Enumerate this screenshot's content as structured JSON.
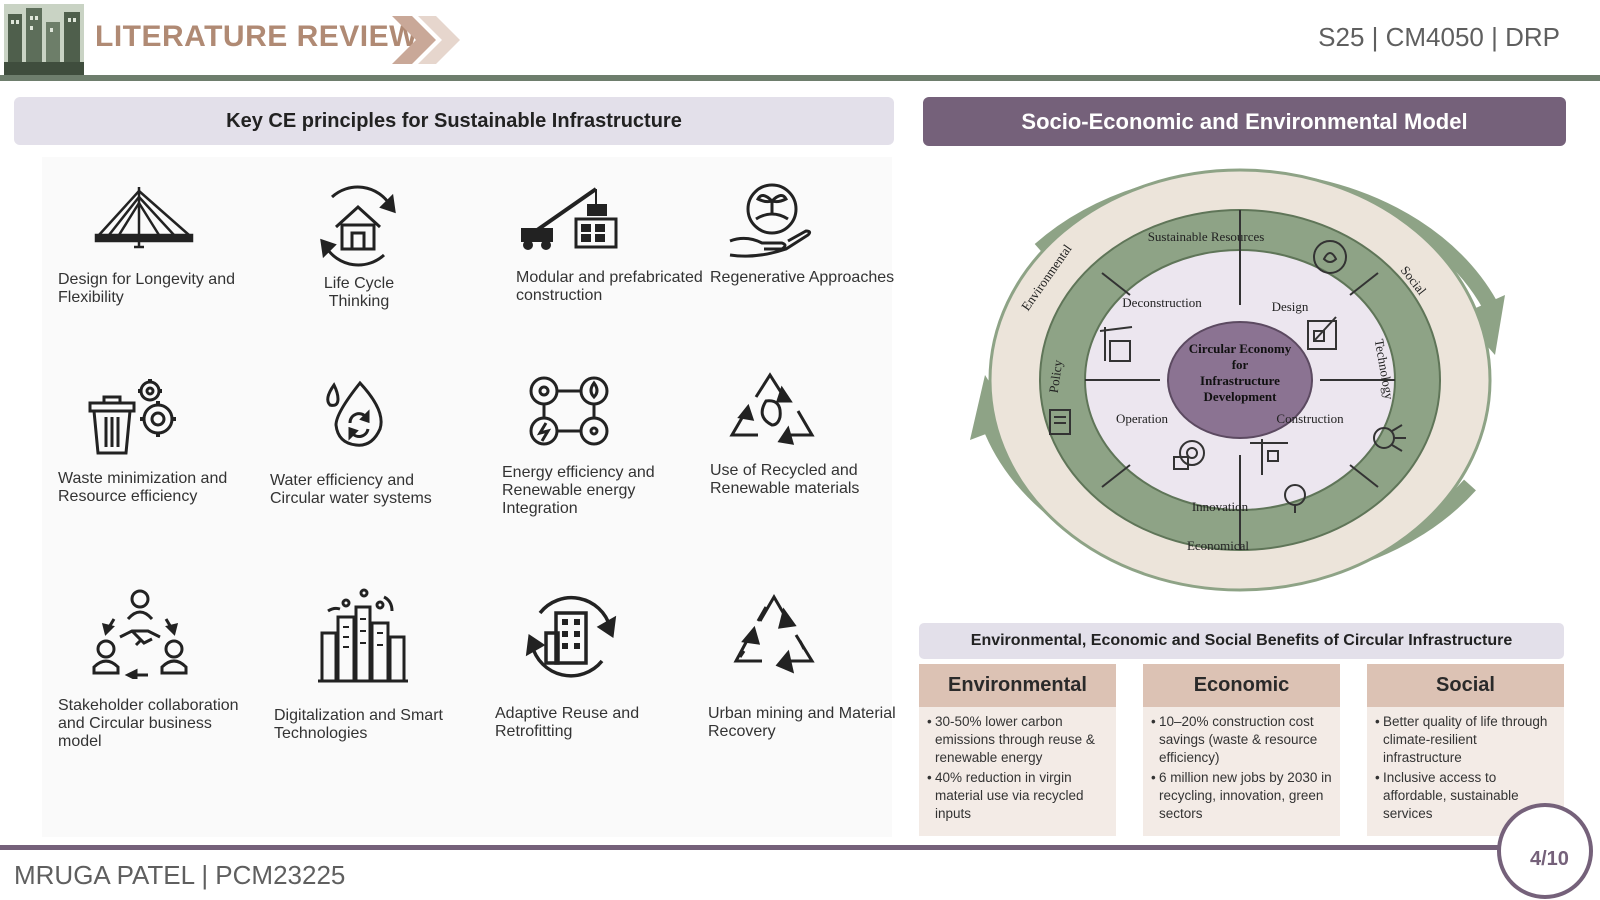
{
  "header": {
    "title": "LITERATURE REVIEW",
    "course": "S25 | CM4050 | DRP"
  },
  "left": {
    "banner": "Key CE principles for Sustainable Infrastructure",
    "principles": [
      {
        "label": "Design for\nLongevity and\nFlexibility",
        "icon": "cable-bridge-icon"
      },
      {
        "label": "Life Cycle\nThinking",
        "icon": "house-cycle-icon"
      },
      {
        "label": "Modular and\nprefabricated\nconstruction",
        "icon": "crane-module-icon"
      },
      {
        "label": "Regenerative\nApproaches",
        "icon": "hand-plant-globe-icon"
      },
      {
        "label": "Waste\nminimization and\nResource efficiency",
        "icon": "bin-gears-icon"
      },
      {
        "label": "Water efficiency\nand Circular water\nsystems",
        "icon": "water-drop-cycle-icon"
      },
      {
        "label": "Energy efficiency\nand Renewable\nenergy Integration",
        "icon": "renewable-energy-icon"
      },
      {
        "label": "Use of Recycled\nand Renewable\nmaterials",
        "icon": "recycle-leaf-icon"
      },
      {
        "label": "Stakeholder\ncollaboration and\nCircular business\nmodel",
        "icon": "handshake-people-icon"
      },
      {
        "label": "Digitalization and\nSmart Technologies",
        "icon": "smart-city-icon"
      },
      {
        "label": "Adaptive Reuse\nand Retrofitting",
        "icon": "building-cycle-icon"
      },
      {
        "label": "Urban mining\nand Material\nRecovery",
        "icon": "recycle-icon"
      }
    ]
  },
  "right": {
    "banner": "Socio-Economic and Environmental Model",
    "model": {
      "center": [
        "Circular Economy",
        "for",
        "Infrastructure",
        "Development"
      ],
      "stages": [
        "Deconstruction",
        "Design",
        "Construction",
        "Operation"
      ],
      "ring": [
        "Sustainable Resources",
        "Technology",
        "Innovation",
        "Policy"
      ],
      "outer": [
        "Environmental",
        "Social",
        "Economical"
      ]
    },
    "benefits_banner": "Environmental, Economic and Social Benefits of Circular Infrastructure",
    "benefits": [
      {
        "head": "Environmental",
        "items": [
          "30-50% lower carbon emissions through reuse & renewable energy",
          "40% reduction in virgin material use via recycled inputs"
        ]
      },
      {
        "head": "Economic",
        "items": [
          "10–20% construction cost savings (waste & resource efficiency)",
          "6 million new jobs by 2030 in recycling, innovation, green sectors"
        ]
      },
      {
        "head": "Social",
        "items": [
          "Better quality of life through climate-resilient infrastructure",
          "Inclusive access to affordable, sustainable services"
        ]
      }
    ]
  },
  "footer": {
    "author": "MRUGA PATEL | PCM23225",
    "page": "4/10"
  },
  "colors": {
    "accent_purple": "#75617a",
    "title_brown": "#b08a74",
    "sage": "#8ea386",
    "light_lilac": "#e3e0ea",
    "benefit_head": "#dcc2b4"
  }
}
